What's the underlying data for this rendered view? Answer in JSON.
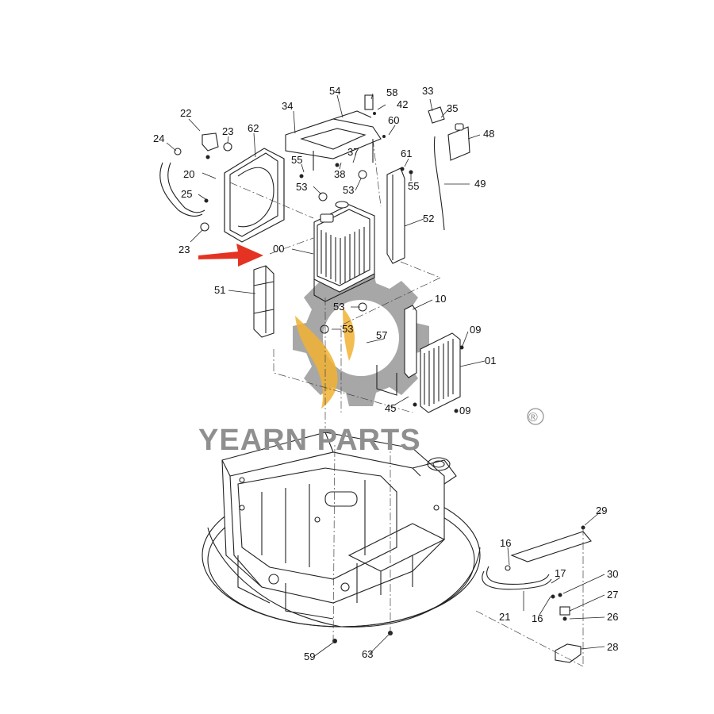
{
  "watermark": {
    "brand": "YEARN PARTS",
    "registered_mark": "®",
    "gear_color": "#8a8a8a",
    "leaf_color": "#f2b233",
    "text_color": "#8f8f8f"
  },
  "highlight_arrow_color": "#e53323",
  "callouts": {
    "c22": "22",
    "c24": "24",
    "c23a": "23",
    "c62": "62",
    "c20": "20",
    "c25": "25",
    "c23b": "23",
    "c34": "34",
    "c54": "54",
    "c58": "58",
    "c42": "42",
    "c60": "60",
    "c33": "33",
    "c35": "35",
    "c48": "48",
    "c37": "37",
    "c38": "38",
    "c55a": "55",
    "c53a": "53",
    "c53b": "53",
    "c61": "61",
    "c55b": "55",
    "c49": "49",
    "c52": "52",
    "c00": "00",
    "c51": "51",
    "c53c": "53",
    "c53d": "53",
    "c57": "57",
    "c10": "10",
    "c09a": "09",
    "c01": "01",
    "c45": "45",
    "c09b": "09",
    "c29": "29",
    "c16a": "16",
    "c17": "17",
    "c30": "30",
    "c27": "27",
    "c21": "21",
    "c16b": "16",
    "c26": "26",
    "c28": "28",
    "c59": "59",
    "c63": "63"
  }
}
